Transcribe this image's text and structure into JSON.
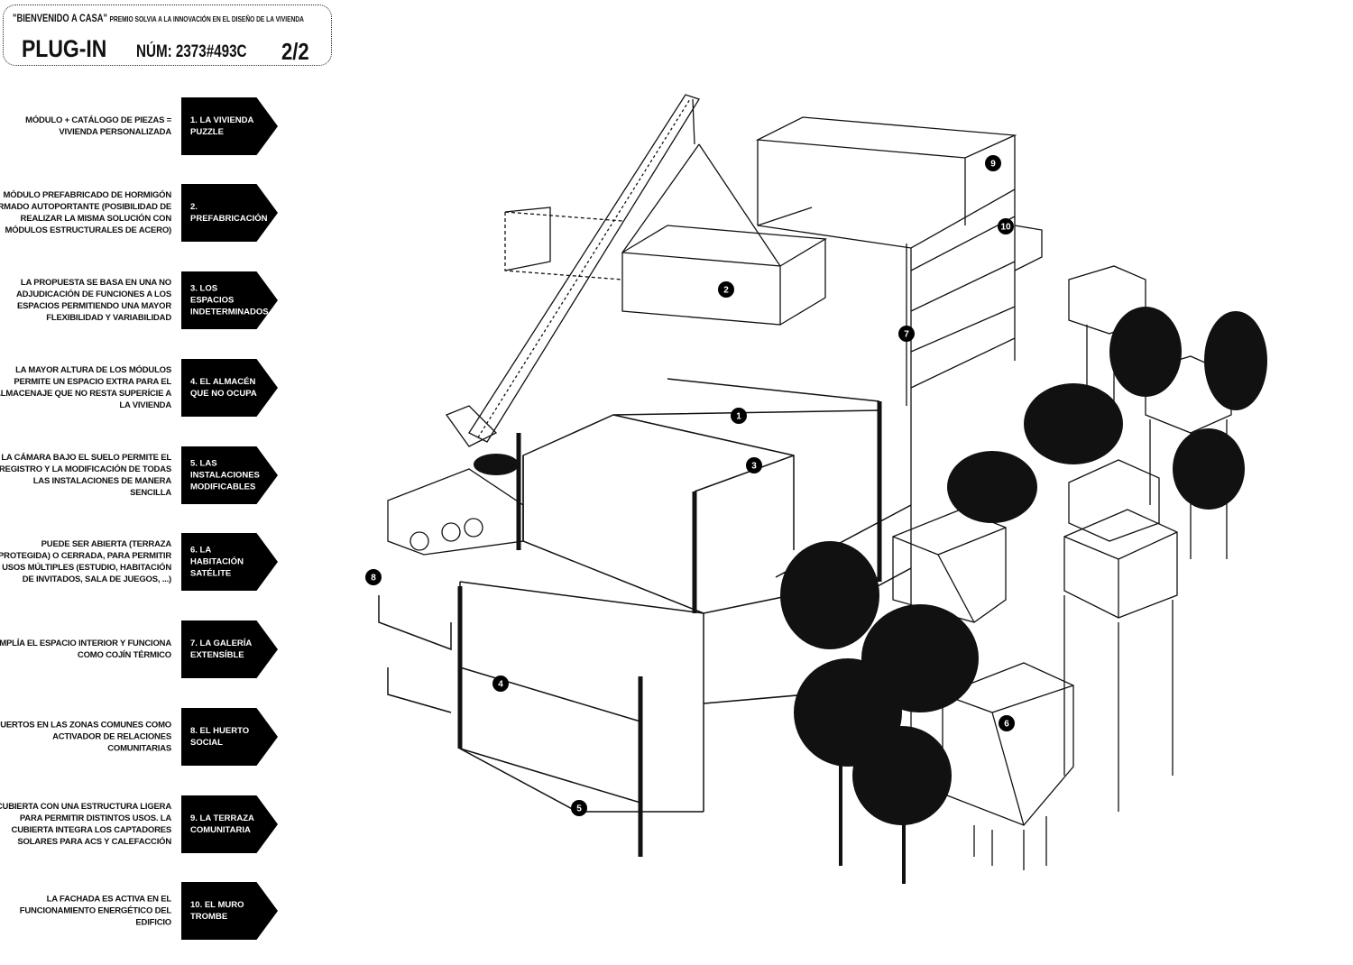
{
  "header": {
    "competition": "\"BIENVENIDO A CASA\"",
    "award": "PREMIO SOLVIA A LA INNOVACIÓN EN EL DISEÑO DE LA VIVIENDA",
    "title": "PLUG-IN",
    "number": "NÚM: 2373#493C",
    "page": "2/2"
  },
  "features": [
    {
      "label": "1. LA VIVIENDA PUZZLE",
      "description": "MÓDULO + CATÁLOGO DE PIEZAS = VIVIENDA PERSONALIZADA"
    },
    {
      "label": "2. PREFABRICACIÓN",
      "description": "MÓDULO PREFABRICADO DE HORMIGÓN ARMADO AUTOPORTANTE (POSIBILIDAD DE REALIZAR LA MISMA SOLUCIÓN CON MÓDULOS ESTRUCTURALES DE ACERO)"
    },
    {
      "label": "3. LOS ESPACIOS INDETERMINADOS",
      "description": "LA PROPUESTA SE BASA EN UNA NO ADJUDICACIÓN DE FUNCIONES A LOS ESPACIOS PERMITIENDO UNA MAYOR FLEXIBILIDAD Y VARIABILIDAD"
    },
    {
      "label": "4. EL ALMACÉN QUE NO OCUPA",
      "description": "LA MAYOR ALTURA DE LOS MÓDULOS PERMITE UN ESPACIO EXTRA PARA EL ALMACENAJE QUE NO RESTA SUPERÍCIE A LA VIVIENDA"
    },
    {
      "label": "5. LAS INSTALACIONES MODIFICABLES",
      "description": "LA CÁMARA BAJO EL SUELO PERMITE EL REGISTRO Y LA MODIFICACIÓN DE TODAS LAS INSTALACIONES DE MANERA SENCILLA"
    },
    {
      "label": "6. LA HABITACIÓN SATÉLITE",
      "description": "PUEDE SER ABIERTA (TERRAZA PROTEGIDA) O CERRADA, PARA PERMITIR USOS MÚLTIPLES (ESTUDIO, HABITACIÓN DE INVITADOS, SALA DE JUEGOS, ...)"
    },
    {
      "label": "7. LA GALERÍA EXTENSÍBLE",
      "description": "AMPLÍA EL ESPACIO INTERIOR Y FUNCIONA COMO COJÍN TÉRMICO"
    },
    {
      "label": "8. EL HUERTO SOCIAL",
      "description": "HUERTOS EN LAS ZONAS COMUNES COMO ACTIVADOR DE RELACIONES COMUNITARIAS"
    },
    {
      "label": "9. LA TERRAZA COMUNITARIA",
      "description": "CUBIERTA CON UNA ESTRUCTURA LIGERA PARA PERMITIR DISTINTOS USOS. LA CUBIERTA INTEGRA LOS CAPTADORES SOLARES PARA ACS Y CALEFACCIÓN"
    },
    {
      "label": "10. EL MURO TROMBE",
      "description": "LA FACHADA ES ACTIVA EN EL FUNCIONAMIENTO ENERGÉTICO DEL EDIFICIO"
    }
  ],
  "markers": [
    "1",
    "2",
    "3",
    "4",
    "5",
    "6",
    "7",
    "8",
    "9",
    "10"
  ]
}
